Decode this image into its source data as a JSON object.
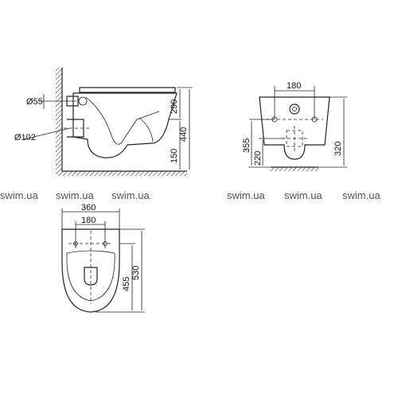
{
  "side_view": {
    "dia_inlet": "Ø55",
    "dia_outlet": "Ø102",
    "height_total": "440",
    "height_upper": "290",
    "height_floor": "150"
  },
  "rear_view": {
    "bolt_spacing": "180",
    "height_holes": "355",
    "height_outlet": "220",
    "height_total": "320"
  },
  "top_view": {
    "width": "360",
    "bolt_spacing": "180",
    "depth_total": "530",
    "depth_bowl": "455"
  },
  "watermarks": [
    "swim.ua",
    "swim.ua",
    "swim.ua",
    "swim.ua",
    "swim.ua",
    "swim.ua"
  ]
}
